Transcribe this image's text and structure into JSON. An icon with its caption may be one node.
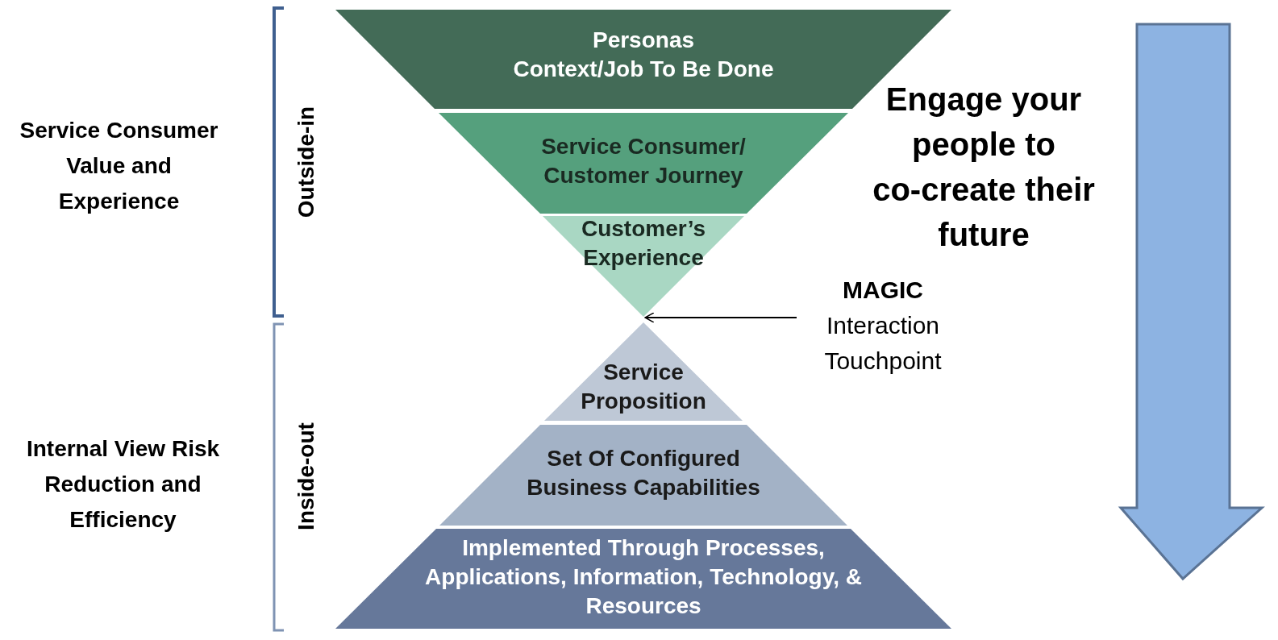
{
  "diagram": {
    "nodes": [
      {
        "text": [
          "Personas",
          "Context/Job To Be Done"
        ]
      },
      {
        "text": [
          "Service Consumer/ Customer Journey"
        ]
      },
      {
        "text": [
          "Customer’s Experience"
        ]
      },
      {
        "text": [
          "Service Proposition"
        ]
      },
      {
        "text": [
          "Set Of Configured Business Capabilities"
        ]
      },
      {
        "text": [
          "Implemented Through Processes, Applications, Information, Technology, & Resources"
        ]
      },
      {
        "text": [
          "MAGIC",
          "Interaction Touchpoint"
        ]
      }
    ],
    "edges": [
      {
        "from": 6,
        "to": 2,
        "arrow": "to"
      }
    ],
    "labels": [
      "Service Consumer Value and Experience",
      "Outside-in",
      "Engage your people to co-create their future",
      "Internal View Risk Reduction and Efficiency",
      "Inside-out"
    ]
  }
}
